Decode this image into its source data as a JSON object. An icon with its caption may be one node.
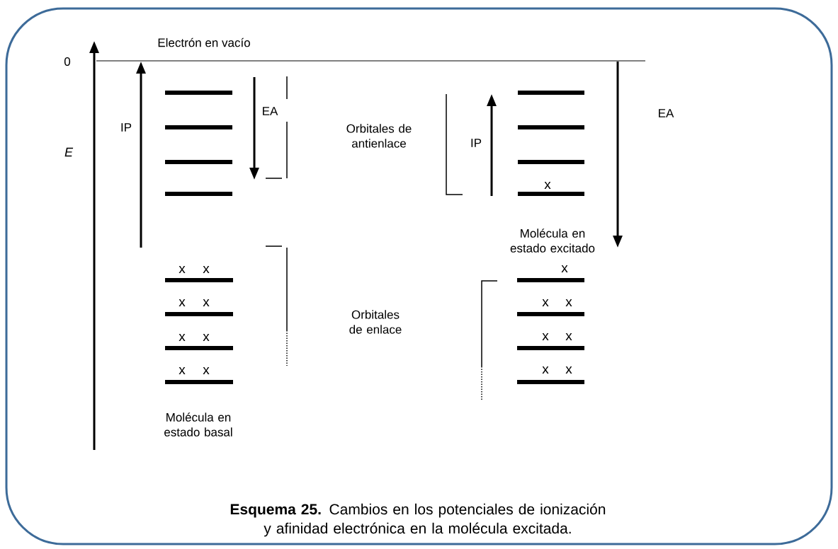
{
  "diagram": {
    "caption": "**Esquema 25.** Cambios en los potenciales de ionización y afinidad electrónica en la molécula excitada.",
    "labels": [
      "Electrón en vacío",
      "0",
      "IP",
      "E",
      "EA",
      "Orbitales de antienlace",
      "IP",
      "EA",
      "x",
      "Molécula en estado excitado",
      "x",
      "x",
      "x",
      "x",
      "x",
      "x",
      "x",
      "x",
      "x",
      "x",
      "x",
      "x",
      "x",
      "x",
      "x",
      "Orbitales de enlace",
      "Molécula en estado basal"
    ]
  }
}
